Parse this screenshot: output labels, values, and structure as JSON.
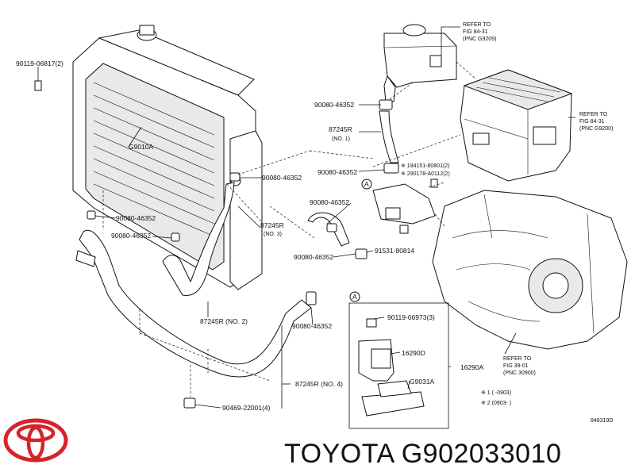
{
  "labels": {
    "bolt_top_left": "90119-06817(2)",
    "radiator": "G9010A",
    "clamp_tank": "90080-46352",
    "hose_no1_part": "87245R",
    "hose_no1_note": "(NO. 1)",
    "refer_fig_84_31_a": {
      "line1": "REFER TO",
      "line2": "FIG  84-31",
      "line3": "(PNC G9209)"
    },
    "refer_fig_84_31_b": {
      "line1": "REFER TO",
      "line2": "FIG  84-31",
      "line3": "(PNC G9200)"
    },
    "refer_fig_39_01": {
      "line1": "REFER TO",
      "line2": "FIG  39-01",
      "line3": "(PNC 30900)"
    },
    "note_194151": "※ 194151-80801(2)",
    "note_290178": "※ 290178-A0112(2)",
    "clamp_mid_1": "90080-46352",
    "clamp_radiator": "90080-46352",
    "clamp_left_1": "90080-46352",
    "clamp_left_2": "90080-46352",
    "clamp_pump_upper": "90080-46352",
    "clamp_pump_lower": "90080-46352",
    "clamp_lower_pipe": "90080-46352",
    "hose_no3_part": "87245R",
    "hose_no3_note": "(NO. 3)",
    "hose_no2": "87245R (NO. 2)",
    "hose_no4": "87245R (NO. 4)",
    "bolt_bottom": "90469-22001(4)",
    "pump_bolt": "91531-80814",
    "callout_a": "A",
    "inset_bolt": "90119-06973(3)",
    "inset_pump": "16290D",
    "inset_assy": "16290A",
    "inset_bracket": "G9031A",
    "legend_1": "※ 1  (      -0903)",
    "legend_2": "※ 2  (0903-      )",
    "diagram_id": "848319D",
    "brand_text": "TOYOTA G902033010"
  },
  "colors": {
    "logo_red": "#d8222a",
    "ink": "#111111"
  },
  "icons": {
    "logo": "toyota-logo-icon"
  }
}
